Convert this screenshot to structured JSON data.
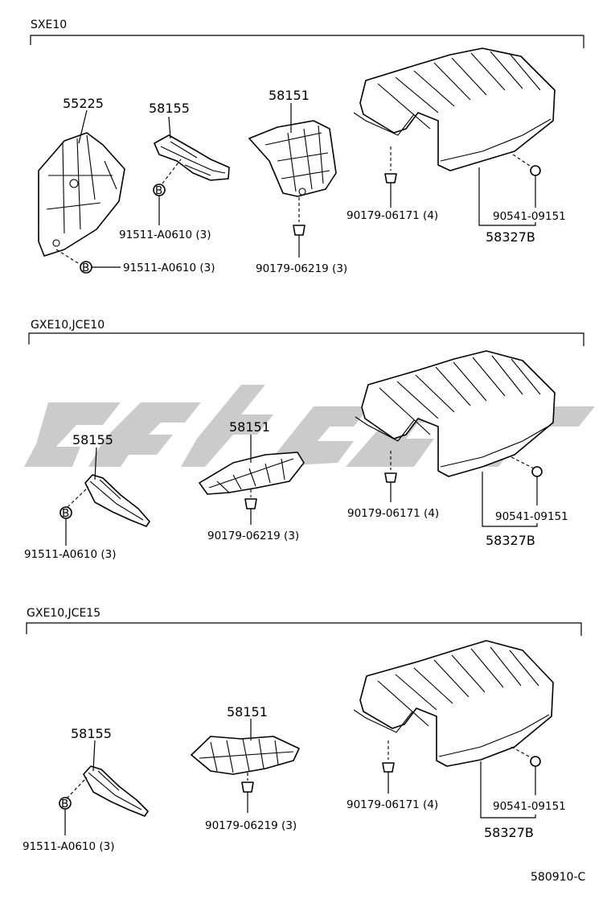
{
  "footer_code": "580910-C",
  "sections": [
    {
      "header": "SXE10",
      "labels": {
        "p55225": "55225",
        "p58155": "58155",
        "p58151": "58151",
        "b_mid": "91511-A0610 (3)",
        "b_left": "91511-A0610 (3)",
        "nut_mid": "90179-06219 (3)",
        "nut_right": "90179-06171 (4)",
        "clip": "90541-09151",
        "cover": "58327B"
      }
    },
    {
      "header": "GXE10,JCE10",
      "labels": {
        "p58155": "58155",
        "p58151": "58151",
        "b_left": "91511-A0610 (3)",
        "nut_mid": "90179-06219 (3)",
        "nut_right": "90179-06171 (4)",
        "clip": "90541-09151",
        "cover": "58327B"
      }
    },
    {
      "header": "GXE10,JCE15",
      "labels": {
        "p58155": "58155",
        "p58151": "58151",
        "b_left": "91511-A0610 (3)",
        "nut_mid": "90179-06219 (3)",
        "nut_right": "90179-06171 (4)",
        "clip": "90541-09151",
        "cover": "58327B"
      }
    }
  ],
  "bolt_marker": "B"
}
